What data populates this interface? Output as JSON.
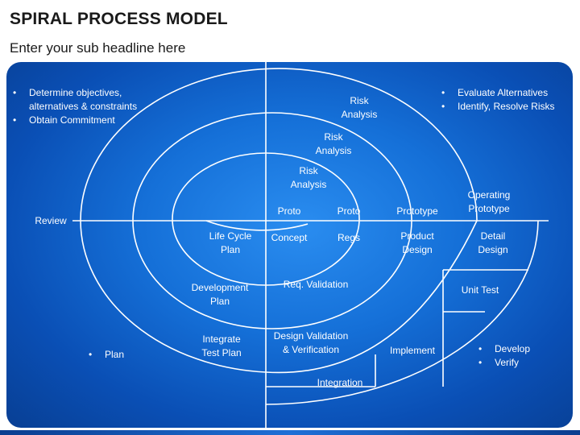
{
  "slide": {
    "title": "SPIRAL PROCESS MODEL",
    "subtitle": "Enter your sub headline here"
  },
  "colors": {
    "panel": "#1570d8",
    "line": "#ffffff",
    "text": "#ffffff"
  },
  "quadrant_notes": {
    "top_left": [
      "Determine objectives,\nalternatives & constraints",
      "Obtain Commitment"
    ],
    "top_right": [
      "Evaluate Alternatives",
      "Identify, Resolve Risks"
    ],
    "bottom_left": [
      "Plan"
    ],
    "bottom_right": [
      "Develop",
      "Verify"
    ]
  },
  "labels": {
    "risk_outer": "Risk\nAnalysis",
    "risk_middle": "Risk\nAnalysis",
    "risk_inner": "Risk\nAnalysis",
    "proto_1": "Proto",
    "proto_2": "Proto",
    "prototype": "Prototype",
    "operating_prototype": "Operating\nPrototype",
    "review": "Review",
    "life_cycle_plan": "Life Cycle\nPlan",
    "concept": "Concept",
    "regs": "Regs",
    "product_design": "Product\nDesign",
    "detail_design": "Detail\nDesign",
    "development_plan": "Development\nPlan",
    "req_validation": "Req. Validation",
    "unit_test": "Unit Test",
    "integrate_test_plan": "Integrate\nTest Plan",
    "design_validation": "Design Validation\n& Verification",
    "implement": "Implement",
    "integration": "Integration"
  }
}
